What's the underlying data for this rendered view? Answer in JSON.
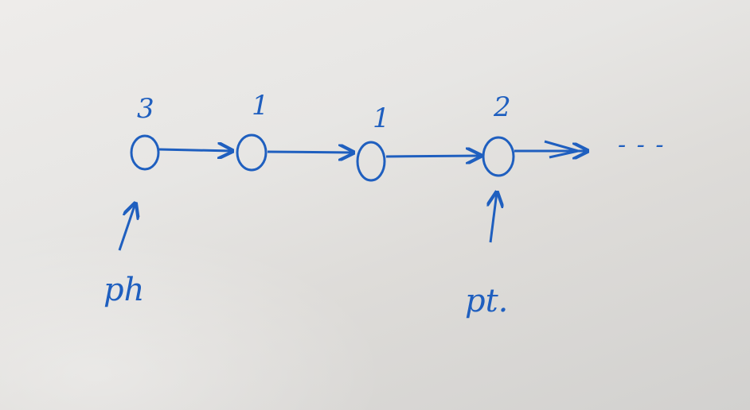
{
  "diagram": {
    "nodes": [
      {
        "id": "n1",
        "label": "3"
      },
      {
        "id": "n2",
        "label": "1"
      },
      {
        "id": "n3",
        "label": "1"
      },
      {
        "id": "n4",
        "label": "2"
      }
    ],
    "edges": [
      {
        "from": "n1",
        "to": "n2"
      },
      {
        "from": "n2",
        "to": "n3"
      },
      {
        "from": "n3",
        "to": "n4"
      },
      {
        "from": "n4",
        "to": "continuation"
      }
    ],
    "continuation": "- - -",
    "pointers": [
      {
        "target": "n1",
        "label": "ph"
      },
      {
        "target": "n4",
        "label": "pt."
      }
    ]
  },
  "colors": {
    "ink": "#1f5fbf",
    "paper": "#e8e7e5"
  }
}
